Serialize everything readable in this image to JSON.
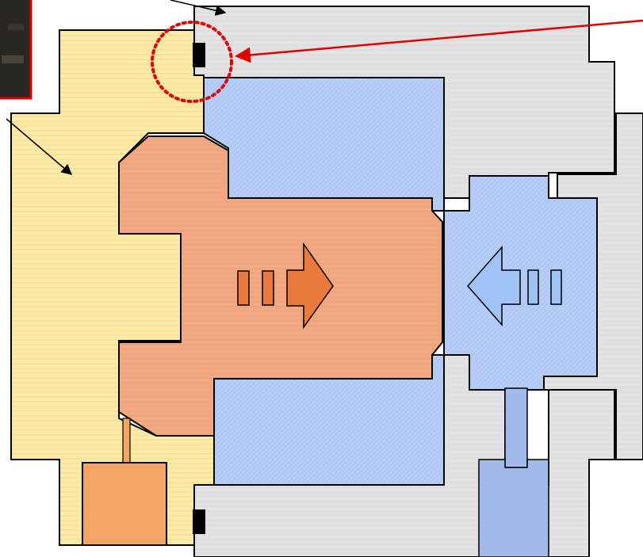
{
  "diagram": {
    "colors": {
      "background": "#ffffff",
      "yellow_part": "#fbeaa8",
      "grey_part": "#e2e2e2",
      "blue_part": "#b5cdf6",
      "blue_dark_part": "#a2bbe8",
      "orange_part": "#f2a982",
      "orange_dark_part": "#f3a664",
      "outline": "#000000",
      "arrow_orange": "#ea7a3c",
      "arrow_blue": "#9fc3f5",
      "highlight_red": "#e00000",
      "photo_dark": "#2a2622"
    },
    "components": [
      {
        "name": "inset-photo",
        "icon": "photo-thumbnail"
      },
      {
        "name": "yellow-housing"
      },
      {
        "name": "grey-upper-housing"
      },
      {
        "name": "grey-lower-housing"
      },
      {
        "name": "grey-right-housing"
      },
      {
        "name": "blue-upper-block"
      },
      {
        "name": "blue-lower-block"
      },
      {
        "name": "blue-right-piston"
      },
      {
        "name": "blue-stem"
      },
      {
        "name": "orange-piston"
      },
      {
        "name": "orange-base-block"
      }
    ],
    "arrows": [
      {
        "name": "push-right-arrow",
        "direction": "right",
        "color": "orange"
      },
      {
        "name": "push-left-arrow",
        "direction": "left",
        "color": "blue"
      }
    ],
    "callouts": [
      {
        "name": "callout-arrow-top-left",
        "color": "black"
      },
      {
        "name": "callout-arrow-left",
        "color": "black"
      },
      {
        "name": "callout-arrow-highlight",
        "color": "red"
      }
    ],
    "highlight": {
      "name": "seal-highlight-circle",
      "style": "dotted"
    }
  }
}
